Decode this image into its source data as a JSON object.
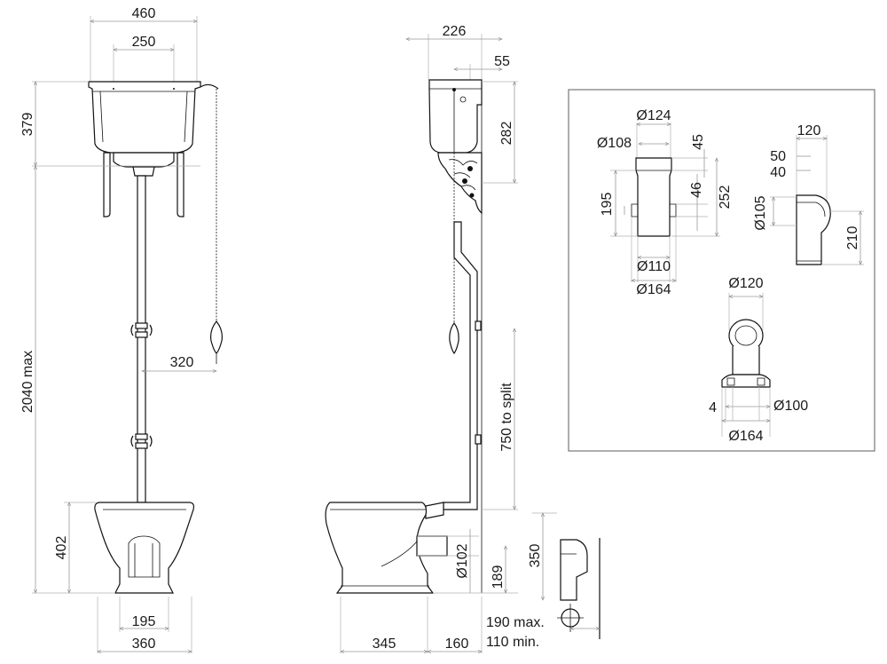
{
  "front_view": {
    "cistern_width": "460",
    "cistern_inner_width": "250",
    "cistern_height": "379",
    "chain_offset": "320",
    "overall_height": "2040 max",
    "pan_height": "402",
    "pan_base_width": "195",
    "pan_width": "360"
  },
  "side_view": {
    "cistern_depth": "226",
    "cistern_offset": "55",
    "cistern_height": "282",
    "flush_pipe_length": "750 to split",
    "outlet_diameter": "Ø102",
    "outlet_height": "189",
    "pan_projection": "345",
    "wall_to_outlet": "160",
    "connector_height": "350",
    "connector_max": "190 max.",
    "connector_min": "110 min."
  },
  "detail_panel": {
    "flush_pipe": {
      "top_diameter": "Ø124",
      "inner_diameter": "Ø108",
      "collar_height": "45",
      "body_height": "195",
      "mid_height": "46",
      "overall_height": "252",
      "outlet_diameter": "Ø110",
      "flange_diameter": "Ø164"
    },
    "bend": {
      "width": "120",
      "offset_top": "50",
      "offset_bottom": "40",
      "diameter": "Ø105",
      "height": "210"
    },
    "pan_connector": {
      "top_diameter": "Ø120",
      "wall": "4",
      "outlet_diameter": "Ø100",
      "base_diameter": "Ø164"
    }
  }
}
